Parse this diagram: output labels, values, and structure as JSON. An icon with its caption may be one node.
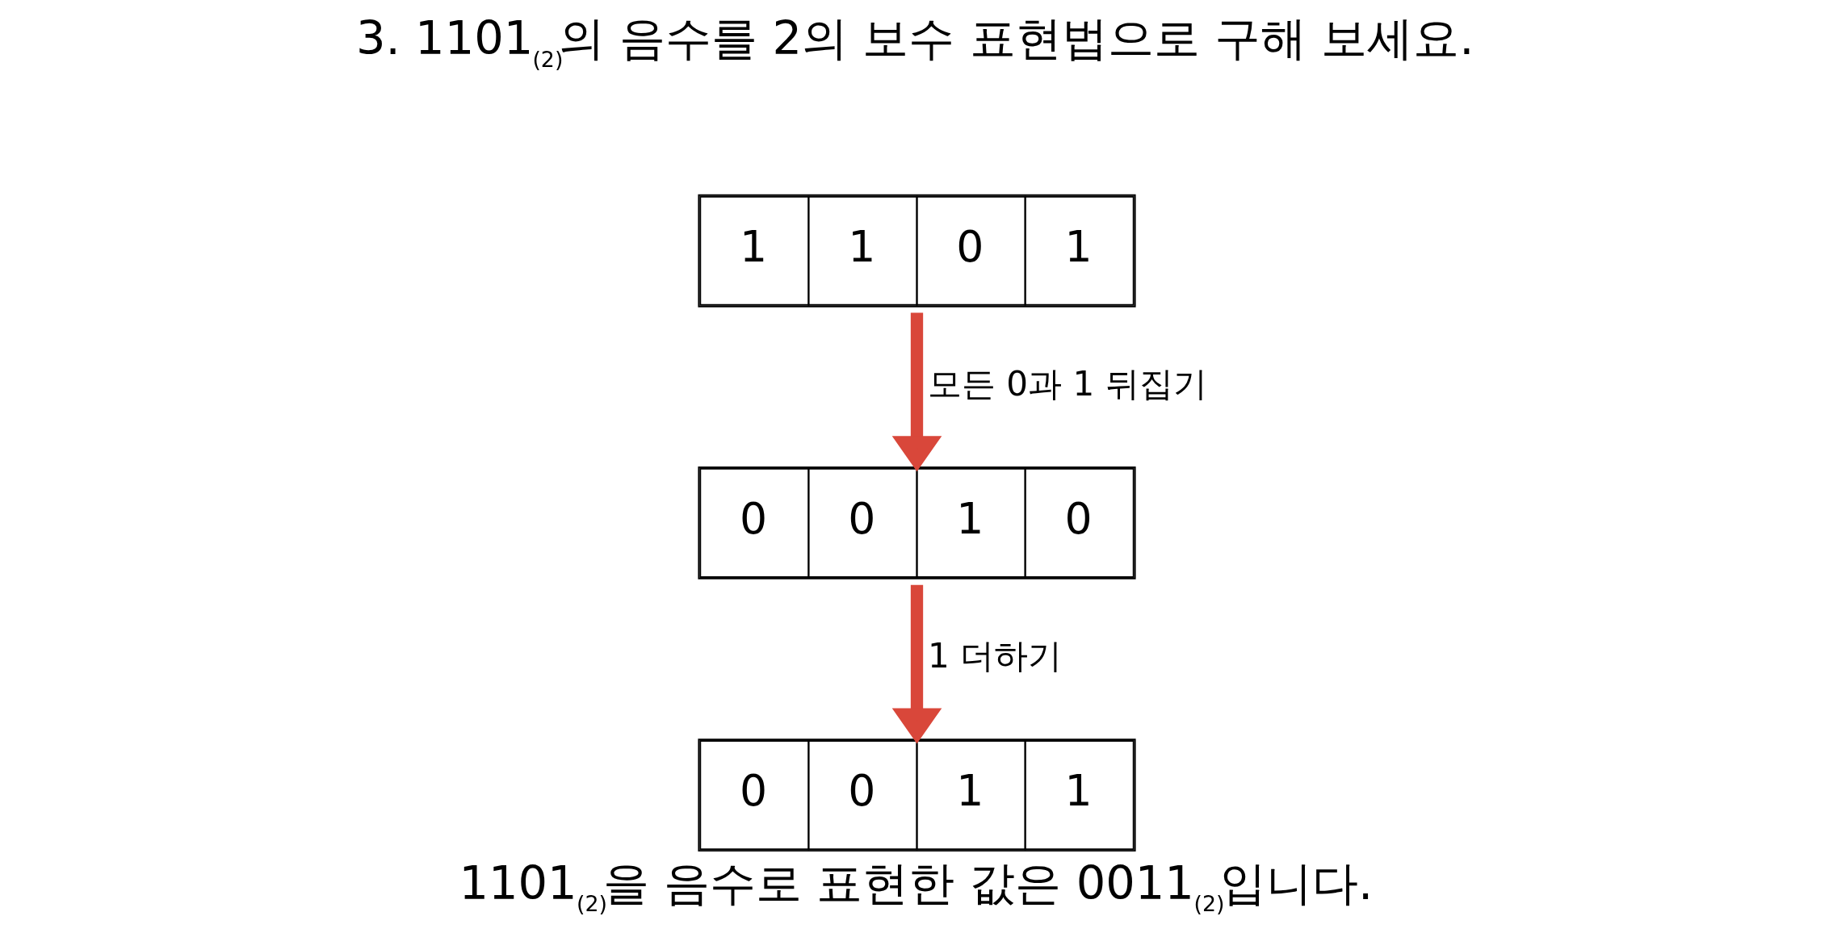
{
  "diagram": {
    "title": "3. 1101$_{(2)}$의 음수를 2의 보수 표현법으로 구해 보세요.",
    "caption": "1101$_{(2)}$을 음수로 표현한 값은 0011$_{(2)}$입니다.",
    "nodes": [
      {
        "text": [
          "1",
          "1",
          "0",
          "1"
        ]
      },
      {
        "text": [
          "0",
          "0",
          "1",
          "0"
        ]
      },
      {
        "text": [
          "0",
          "0",
          "1",
          "1"
        ]
      }
    ],
    "edges": [
      {
        "from": 0,
        "to": 1,
        "arrow": "to",
        "label": "모든 0과 1 뒤집기"
      },
      {
        "from": 1,
        "to": 2,
        "arrow": "to",
        "label": "1 더하기"
      }
    ]
  }
}
